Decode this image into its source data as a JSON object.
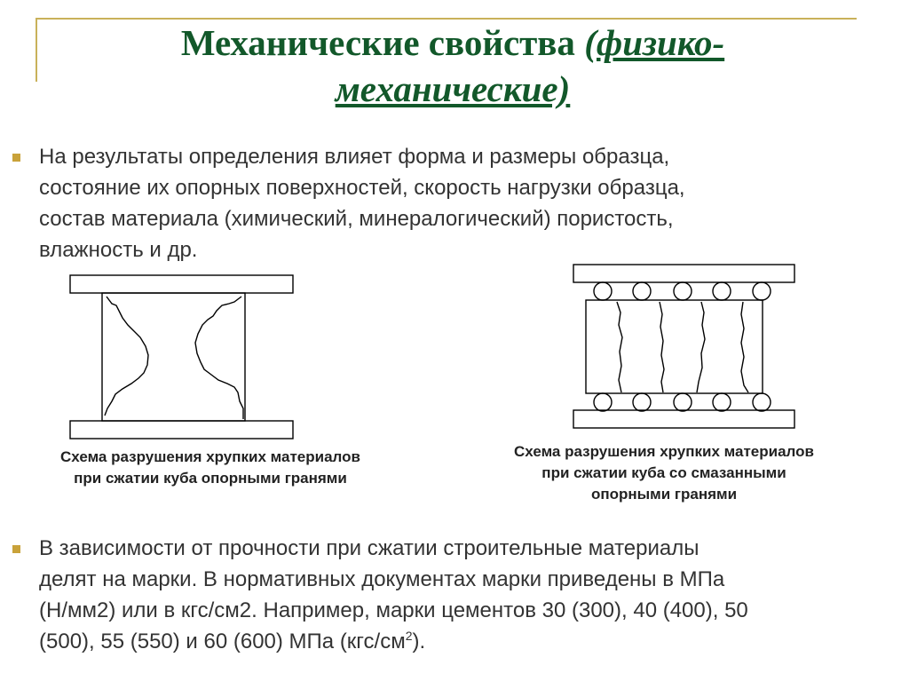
{
  "slide": {
    "title_main": "Механические свойства ",
    "title_paren_line1": "(физико-",
    "title_paren_line2": "механические)",
    "bullets": [
      {
        "line1": "На результаты определения влияет форма и размеры образца,",
        "line2": "состояние их опорных поверхностей, скорость нагрузки образца,",
        "line3": "состав материала (химический, минералогический) пористость,",
        "line4": "влажность и др."
      },
      {
        "line1": "В зависимости от прочности при сжатии строительные материалы",
        "line2": "делят на марки. В нормативных документах марки приведены в МПа",
        "line3": "(Н/мм2) или в кгс/см2. Например, марки цементов 30 (300), 40 (400), 50",
        "line4_main": "(500), 55 (550) и 60 (600) МПа (кгс/см",
        "line4_sup": "2",
        "line4_end": ")."
      }
    ],
    "figures": [
      {
        "caption_line1": "Схема разрушения хрупких материалов",
        "caption_line2": "при сжатии куба опорными гранями"
      },
      {
        "caption_line1": "Схема разрушения хрупких материалов",
        "caption_line2": "при сжатии куба со смазанными",
        "caption_line3": "опорными гранями"
      }
    ],
    "colors": {
      "title": "#12582a",
      "bullet_marker": "#c9a23a",
      "frame": "#c9b15a",
      "text": "#333333"
    }
  }
}
